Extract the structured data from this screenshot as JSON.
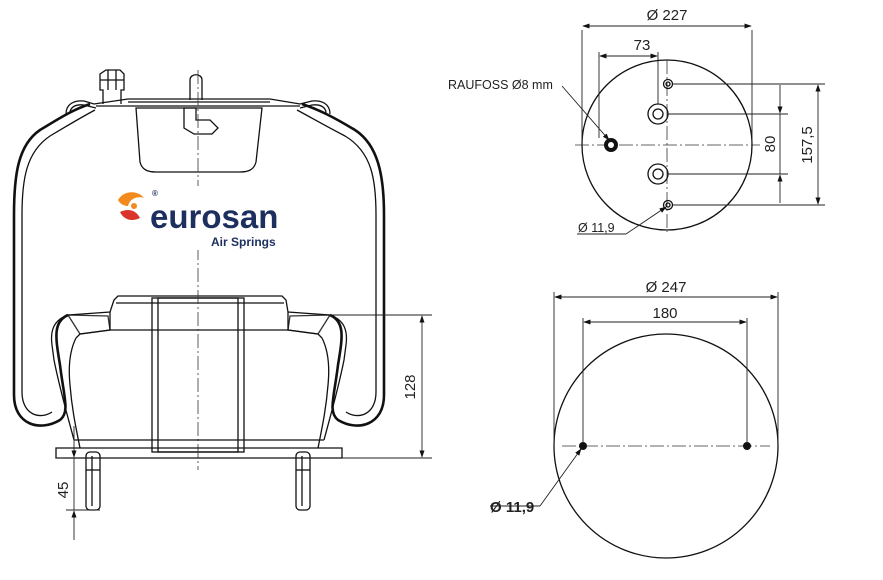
{
  "logo": {
    "name": "eurosan",
    "subtitle": "Air Springs",
    "registered": "®",
    "colors": {
      "text": "#1c2f5e",
      "mark_orange": "#f28a1e",
      "mark_red": "#d9332b"
    }
  },
  "side_view": {
    "dim_height": "128",
    "dim_stud_length": "45"
  },
  "top_plate": {
    "dim_diameter": "Ø 227",
    "dim_offset": "73",
    "dim_stud_spacing": "80",
    "dim_hole_spacing": "157,5",
    "connector_note": "RAUFOSS Ø8 mm",
    "hole_diameter": "Ø 11,9"
  },
  "bottom_plate": {
    "dim_diameter": "Ø 247",
    "dim_hole_spacing": "180",
    "hole_diameter": "Ø 11,9"
  }
}
